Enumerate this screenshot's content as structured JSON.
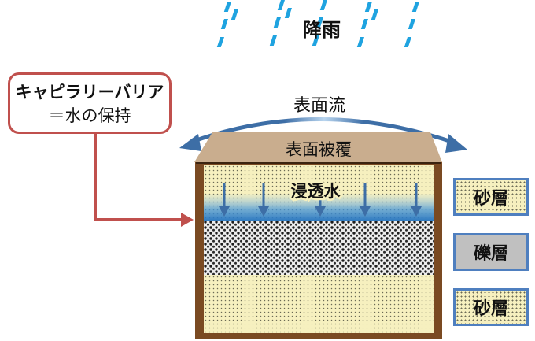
{
  "labels": {
    "rain": "降雨",
    "surface_runoff": "表面流",
    "surface_cover": "表面被覆",
    "infiltration": "浸透水"
  },
  "callout": {
    "line1": "キャピラリーバリア",
    "line2": "＝水の保持"
  },
  "legend": {
    "sand_top": "砂層",
    "gravel": "礫層",
    "sand_bottom": "砂層"
  },
  "colors": {
    "rain": "#1fa3e0",
    "arrow_blue": "#3d6ea6",
    "callout_border": "#c0504d",
    "legend_border": "#4f7fbf",
    "cover": "#c9ad8e",
    "container": "#7a4a22",
    "sand": "#f6f0bf",
    "gravel": "#c0c0c0"
  }
}
